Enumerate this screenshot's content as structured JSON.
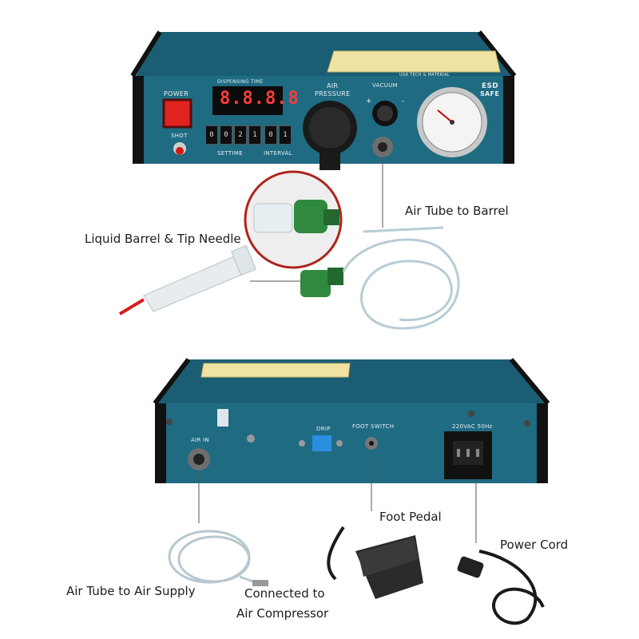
{
  "front_panel": {
    "power_label": "POWER",
    "shot_label": "SHOT",
    "dispensing_time_label": "DISPENSING TIME",
    "display_value": "8.8.8.8",
    "settime_label": "SETTIME",
    "settime_digits": [
      "0",
      "0",
      "2",
      "1"
    ],
    "interval_label": "INTERVAL",
    "interval_digits": [
      "0",
      "1"
    ],
    "air_pressure_label_1": "AIR",
    "air_pressure_label_2": "PRESSURE",
    "vacuum_label": "VACUUM",
    "vacuum_plus": "+",
    "vacuum_minus": "-",
    "brand_text": "USA TECH & MATERIAL",
    "esd_label_1": "ESD",
    "esd_label_2": "SAFE"
  },
  "back_panel": {
    "air_in_label": "AIR IN",
    "drip_label": "DRIP",
    "foot_switch_label": "FOOT SWITCH",
    "power_spec_label": "220VAC 50Hz"
  },
  "callouts": {
    "air_tube_to_barrel": "Air Tube to Barrel",
    "liquid_barrel": "Liquid Barrel & Tip Needle",
    "foot_pedal": "Foot Pedal",
    "power_cord": "Power Cord",
    "air_tube_to_air_supply": "Air Tube to Air Supply",
    "connected_to_1": "Connected to",
    "connected_to_2": "Air Compressor"
  },
  "colors": {
    "panel_teal": "#1f6b82",
    "panel_dark": "#174f60",
    "power_red": "#e0231f",
    "sticker_yellow": "#efe2a2"
  }
}
